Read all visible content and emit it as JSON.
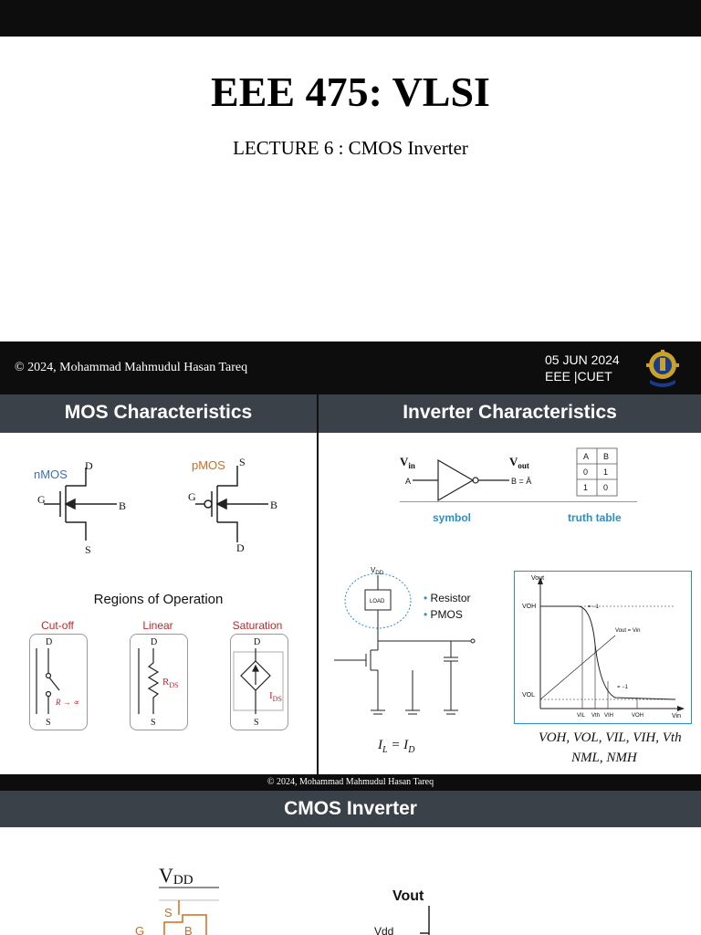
{
  "title_slide": {
    "title": "EEE 475: VLSI",
    "subtitle": "LECTURE 6 : CMOS Inverter",
    "copyright": "© 2024, Mohammad Mahmudul Hasan Tareq",
    "date": "05 JUN 2024",
    "dept": "EEE |CUET"
  },
  "mos_panel": {
    "heading": "MOS Characteristics",
    "nmos_label": "nMOS",
    "pmos_label": "pMOS",
    "nmos_terminals": {
      "d": "D",
      "g": "G",
      "b": "B",
      "s": "S"
    },
    "pmos_terminals": {
      "s": "S",
      "g": "G",
      "b": "B",
      "d": "D"
    },
    "regions_title": "Regions of Operation",
    "regions": [
      {
        "name": "Cut-off",
        "top": "D",
        "bottom": "S",
        "note": "R → ∝"
      },
      {
        "name": "Linear",
        "top": "D",
        "bottom": "S",
        "note": "R"
      },
      {
        "name": "Saturation",
        "top": "D",
        "bottom": "S",
        "note": "I"
      }
    ],
    "region_subs": {
      "linear": "DS",
      "saturation": "DS"
    }
  },
  "inverter_panel": {
    "heading": "Inverter Characteristics",
    "vin": "V",
    "vin_sub": "in",
    "vout": "V",
    "vout_sub": "out",
    "input_a": "A",
    "output_b": "B = Ā",
    "symbol_caption": "symbol",
    "truth_caption": "truth table",
    "truth_table": {
      "headers": [
        "A",
        "B"
      ],
      "rows": [
        [
          "0",
          "1"
        ],
        [
          "1",
          "0"
        ]
      ]
    },
    "load_label": "LOAD",
    "vdd": "V",
    "vdd_sub": "DD",
    "load_options": [
      "Resistor",
      "PMOS"
    ],
    "vtc_labels": {
      "vout": "Vout",
      "voh": "VOH",
      "vol": "VOL",
      "vin": "Vin",
      "slope1": "= −1",
      "slope2": "= −1",
      "vout_eq_vin": "Vout = Vin",
      "xticks": [
        "VIL",
        "VIH",
        "Vth",
        "VOH"
      ]
    },
    "eq_current": "I",
    "eq_current_L": "L",
    "eq_current_mid": " = I",
    "eq_current_D": "D",
    "eq_params": "VOH, VOL, VIL, VIH, Vth",
    "eq_margins": "NML, NMH"
  },
  "footer_copyright": "© 2024, Mohammad Mahmudul Hasan Tareq",
  "cmos_panel": {
    "heading": "CMOS Inverter",
    "vdd": "V",
    "vdd_sub": "DD",
    "s": "S",
    "g": "G",
    "b": "B",
    "vout": "Vout",
    "vdd_axis": "Vdd"
  },
  "colors": {
    "dark_bar": "#0d0d0d",
    "section_bar": "#3a4149",
    "nmos_blue": "#3a6fc4",
    "pmos_orange": "#d66a1a",
    "region_red": "#c0272d",
    "caption_blue": "#2a8fd0"
  }
}
